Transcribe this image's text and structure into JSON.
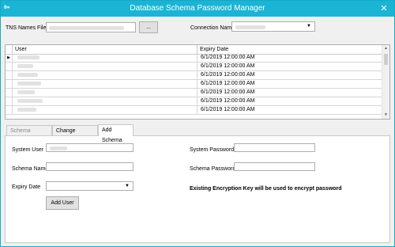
{
  "window": {
    "title": "Database Schema Password Manager",
    "icon_text": "0∞",
    "close_glyph": "✕"
  },
  "top": {
    "tns_label": "TNS Names File",
    "tns_value": "",
    "browse_label": "...",
    "connection_label": "Connection Name",
    "connection_value": ""
  },
  "grid": {
    "columns": [
      "User",
      "Expiry Date"
    ],
    "row_indicator": "▶",
    "rows": [
      {
        "user": "",
        "expiry": "6/1/2019 12:00:00 AM"
      },
      {
        "user": "",
        "expiry": "6/1/2019 12:00:00 AM"
      },
      {
        "user": "",
        "expiry": "6/1/2019 12:00:00 AM"
      },
      {
        "user": "",
        "expiry": "6/1/2019 12:00:00 AM"
      },
      {
        "user": "",
        "expiry": "6/1/2019 12:00:00 AM"
      },
      {
        "user": "",
        "expiry": "6/1/2019 12:00:00 AM"
      },
      {
        "user": "",
        "expiry": "6/1/2019 12:00:00 AM"
      }
    ],
    "scroll_up": "▲",
    "scroll_down": "▼"
  },
  "tabs": [
    {
      "label": "Schema Migration",
      "state": "disabled"
    },
    {
      "label": "Change Password",
      "state": "normal"
    },
    {
      "label": "Add Schema",
      "state": "active"
    }
  ],
  "form": {
    "system_user_label": "System User",
    "system_user_value": "",
    "system_password_label": "System Password",
    "system_password_value": "",
    "schema_name_label": "Schema Name",
    "schema_name_value": "",
    "schema_password_label": "Schema Password",
    "schema_password_value": "",
    "expiry_date_label": "Expiry Date",
    "expiry_date_value": "",
    "encryption_note": "Existing Encryption Key will be used to encrypt password",
    "add_user_label": "Add User"
  },
  "icons": {
    "dropdown": "▼"
  },
  "colors": {
    "titlebar": "#1bb4d4",
    "window_border": "#17a9c6",
    "background": "#f0f0f0"
  }
}
